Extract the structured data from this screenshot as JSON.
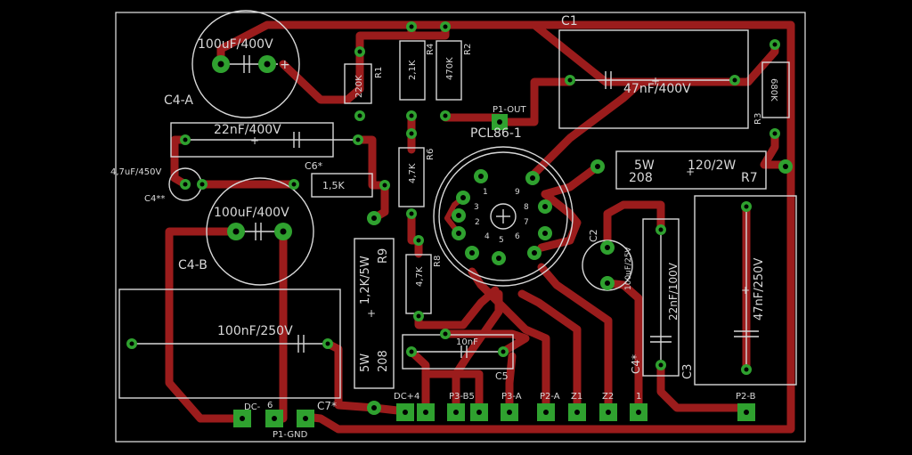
{
  "colors": {
    "background": "#000000",
    "copper": "#9b1c1c",
    "pad": "#2fa12f",
    "silkscreen": "#d8d8d8"
  },
  "labels": {
    "c1": "C1",
    "c1_value": "47nF/400V",
    "c3": "C3",
    "c3_value": "47nF/250V",
    "c2": "C2",
    "c2_value": "100uF/25V",
    "c4a": "C4-A",
    "c4a_value": "100uF/400V",
    "c4b": "C4-B",
    "c4b_value": "100uF/400V",
    "c4x": "C4**",
    "c4x_value": "4,7uF/450V",
    "c4s": "C4*",
    "c4s_value": "22nF/100V",
    "c6": "C6*",
    "c6_value": "22nF/400V",
    "c7_value": "100nF/250V",
    "c7": "C7*",
    "c5": "C5",
    "c5_value": "10nF",
    "r1": "R1",
    "r1_value": "220K",
    "r2": "R2",
    "r2_value": "470K",
    "r3": "R3",
    "r3_value": "680K",
    "r4": "R4",
    "r4_value": "2,1K",
    "r5_value": "1,5K",
    "r6": "R6",
    "r6_value": "4,7K",
    "r7": "R7",
    "r7_value_a": "5W",
    "r7_value_b": "120/2W",
    "r7_value_c": "208",
    "r8": "R8",
    "r8_value": "4,7K",
    "r9": "R9",
    "r9_value": "1,2K/5W",
    "r9_value_b": "5W",
    "r9_value_c": "208",
    "tube": "PCL86-1",
    "p1_out": "P1-OUT",
    "p1_gnd": "P1-GND",
    "pins": [
      "1",
      "2",
      "3",
      "4",
      "5",
      "6",
      "7",
      "8",
      "9"
    ],
    "conn_dc_minus": "DC-",
    "conn_6": "6",
    "conn_dc_plus": "DC+4",
    "conn_p3b5": "P3-B5",
    "conn_p3a": "P3-A",
    "conn_p2a": "P2-A",
    "conn_z1": "Z1",
    "conn_z2": "Z2",
    "conn_1": "1",
    "conn_p2b": "P2-B"
  }
}
